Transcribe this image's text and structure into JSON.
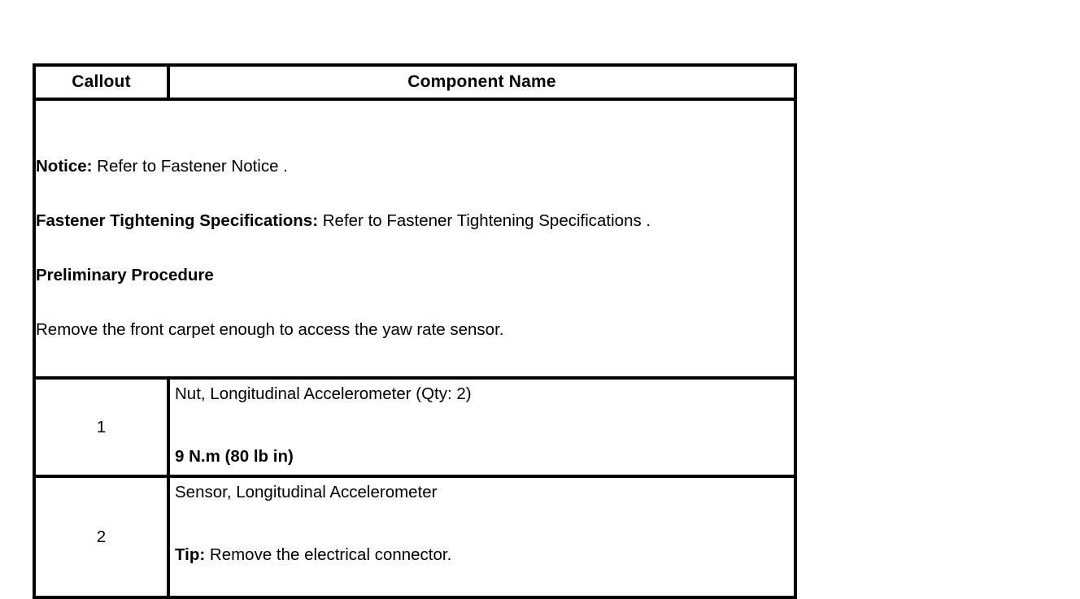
{
  "table": {
    "headers": {
      "callout": "Callout",
      "component_name": "Component Name"
    },
    "notice_block": {
      "notice_label": "Notice:",
      "notice_text": " Refer to Fastener Notice .",
      "fastener_spec_label": "Fastener Tightening Specifications:",
      "fastener_spec_text": " Refer to Fastener Tightening Specifications .",
      "preliminary_heading": "Preliminary Procedure",
      "preliminary_step": "Remove the front carpet enough to access the yaw rate sensor."
    },
    "rows": [
      {
        "callout": "1",
        "name": "Nut, Longitudinal Accelerometer (Qty: 2)",
        "torque": "9 N.m (80 lb in)"
      },
      {
        "callout": "2",
        "name": "Sensor, Longitudinal Accelerometer",
        "tip_label": "Tip:",
        "tip_text": " Remove the electrical connector."
      }
    ]
  },
  "colors": {
    "border": "#000000",
    "text": "#000000",
    "background": "#ffffff"
  }
}
